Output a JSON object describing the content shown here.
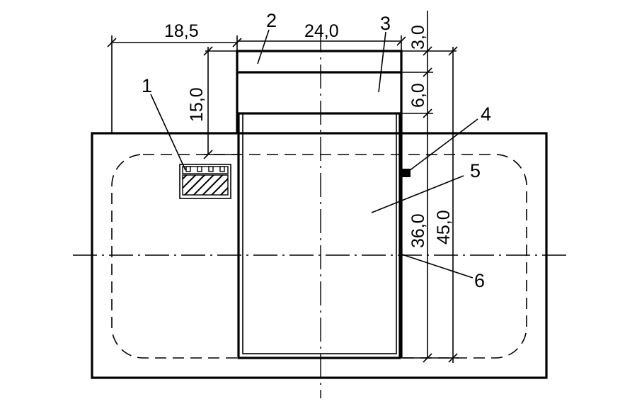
{
  "callouts": [
    "1",
    "2",
    "3",
    "4",
    "5",
    "6"
  ],
  "dimensions": {
    "d_18_5": "18,5",
    "d_24_0": "24,0",
    "d_3_0": "3,0",
    "d_6_0": "6,0",
    "d_15_0": "15,0",
    "d_36_0": "36,0",
    "d_45_0": "45,0"
  }
}
